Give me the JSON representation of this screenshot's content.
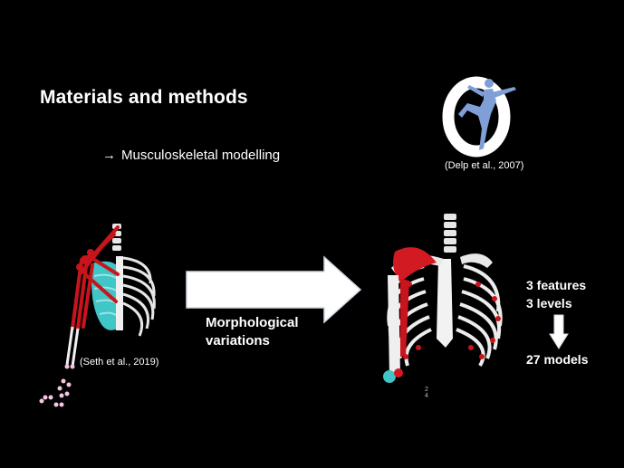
{
  "slide": {
    "title": "Materials and methods",
    "bullet": {
      "arrow": "→",
      "text": "Musculoskeletal modelling"
    },
    "logo_citation": "(Delp et al., 2007)",
    "left_model_citation": "(Seth et al., 2019)",
    "arrow_label_line1": "Morphological",
    "arrow_label_line2": "variations",
    "features": "3 features",
    "levels": "3 levels",
    "models": "27 models",
    "page_number_line1": "2",
    "page_number_line2": "4"
  },
  "icons": {
    "logo": "opensim-logo-icon",
    "left_model": "shoulder-skeleton-model-icon",
    "big_arrow": "right-arrow-icon",
    "right_model": "thorax-skeleton-model-icon",
    "down_arrow": "down-arrow-icon"
  },
  "colors": {
    "background": "#000000",
    "text": "#ffffff",
    "bone": "#e8e8e8",
    "muscle": "#c8141c",
    "logo_blue": "#7f9fd6",
    "cyan": "#41c6c8"
  }
}
